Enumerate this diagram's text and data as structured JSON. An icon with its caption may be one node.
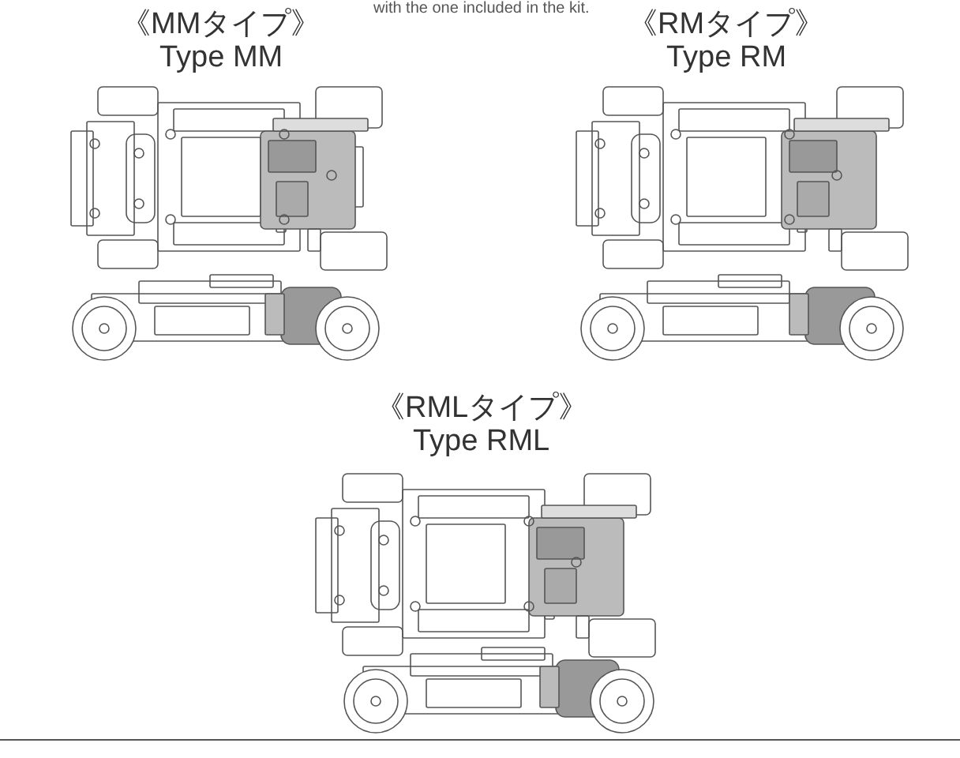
{
  "diagram": {
    "labels": [
      "with the one included in the kit.",
      "《MMタイプ》",
      "Type MM",
      "《RMタイプ》",
      "Type RM",
      "《RMLタイプ》",
      "Type RML"
    ]
  }
}
